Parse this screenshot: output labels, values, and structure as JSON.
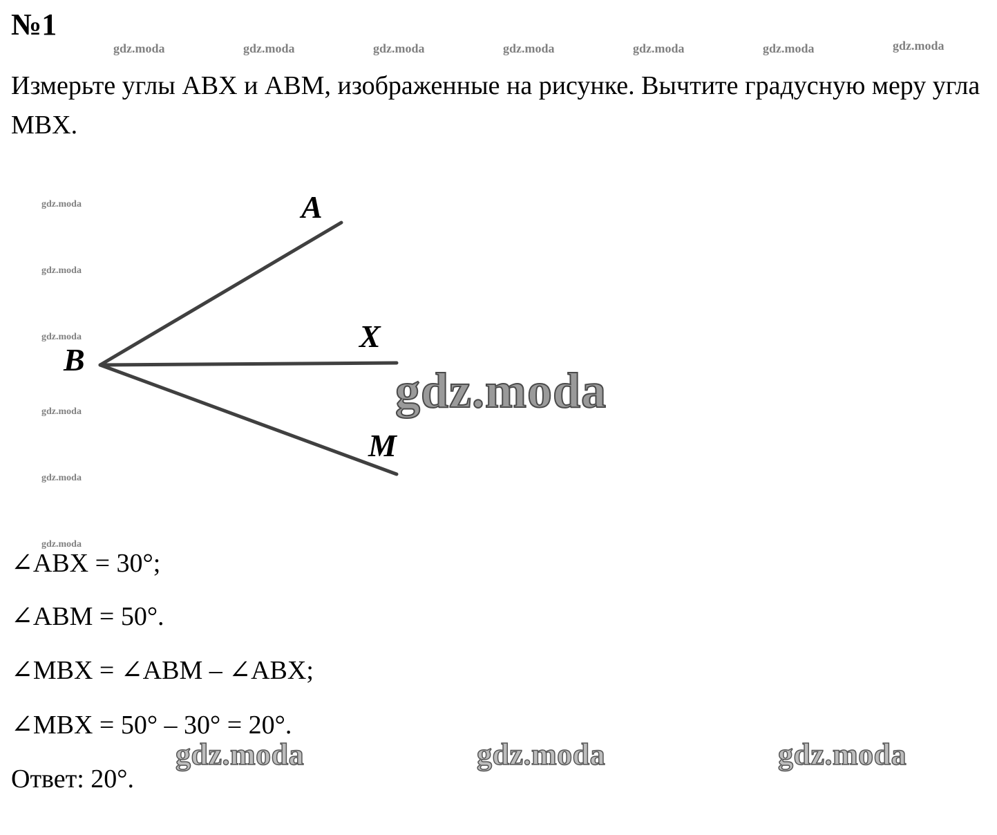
{
  "task": {
    "number": "№1",
    "text": "Измерьте углы ABX и ABM, изображенные на рисунке. Вычтите градусную меру угла MBX."
  },
  "diagram": {
    "labels": {
      "a": "A",
      "b": "B",
      "x": "X",
      "m": "M"
    },
    "line_color": "#404040"
  },
  "solution": {
    "lines": [
      "∠ABX = 30°;",
      "∠ABM = 50°.",
      "∠MBX = ∠ABM – ∠ABX;",
      "∠MBX = 50° – 30° = 20°.",
      "Ответ: 20°."
    ]
  },
  "watermark": "gdz.moda"
}
